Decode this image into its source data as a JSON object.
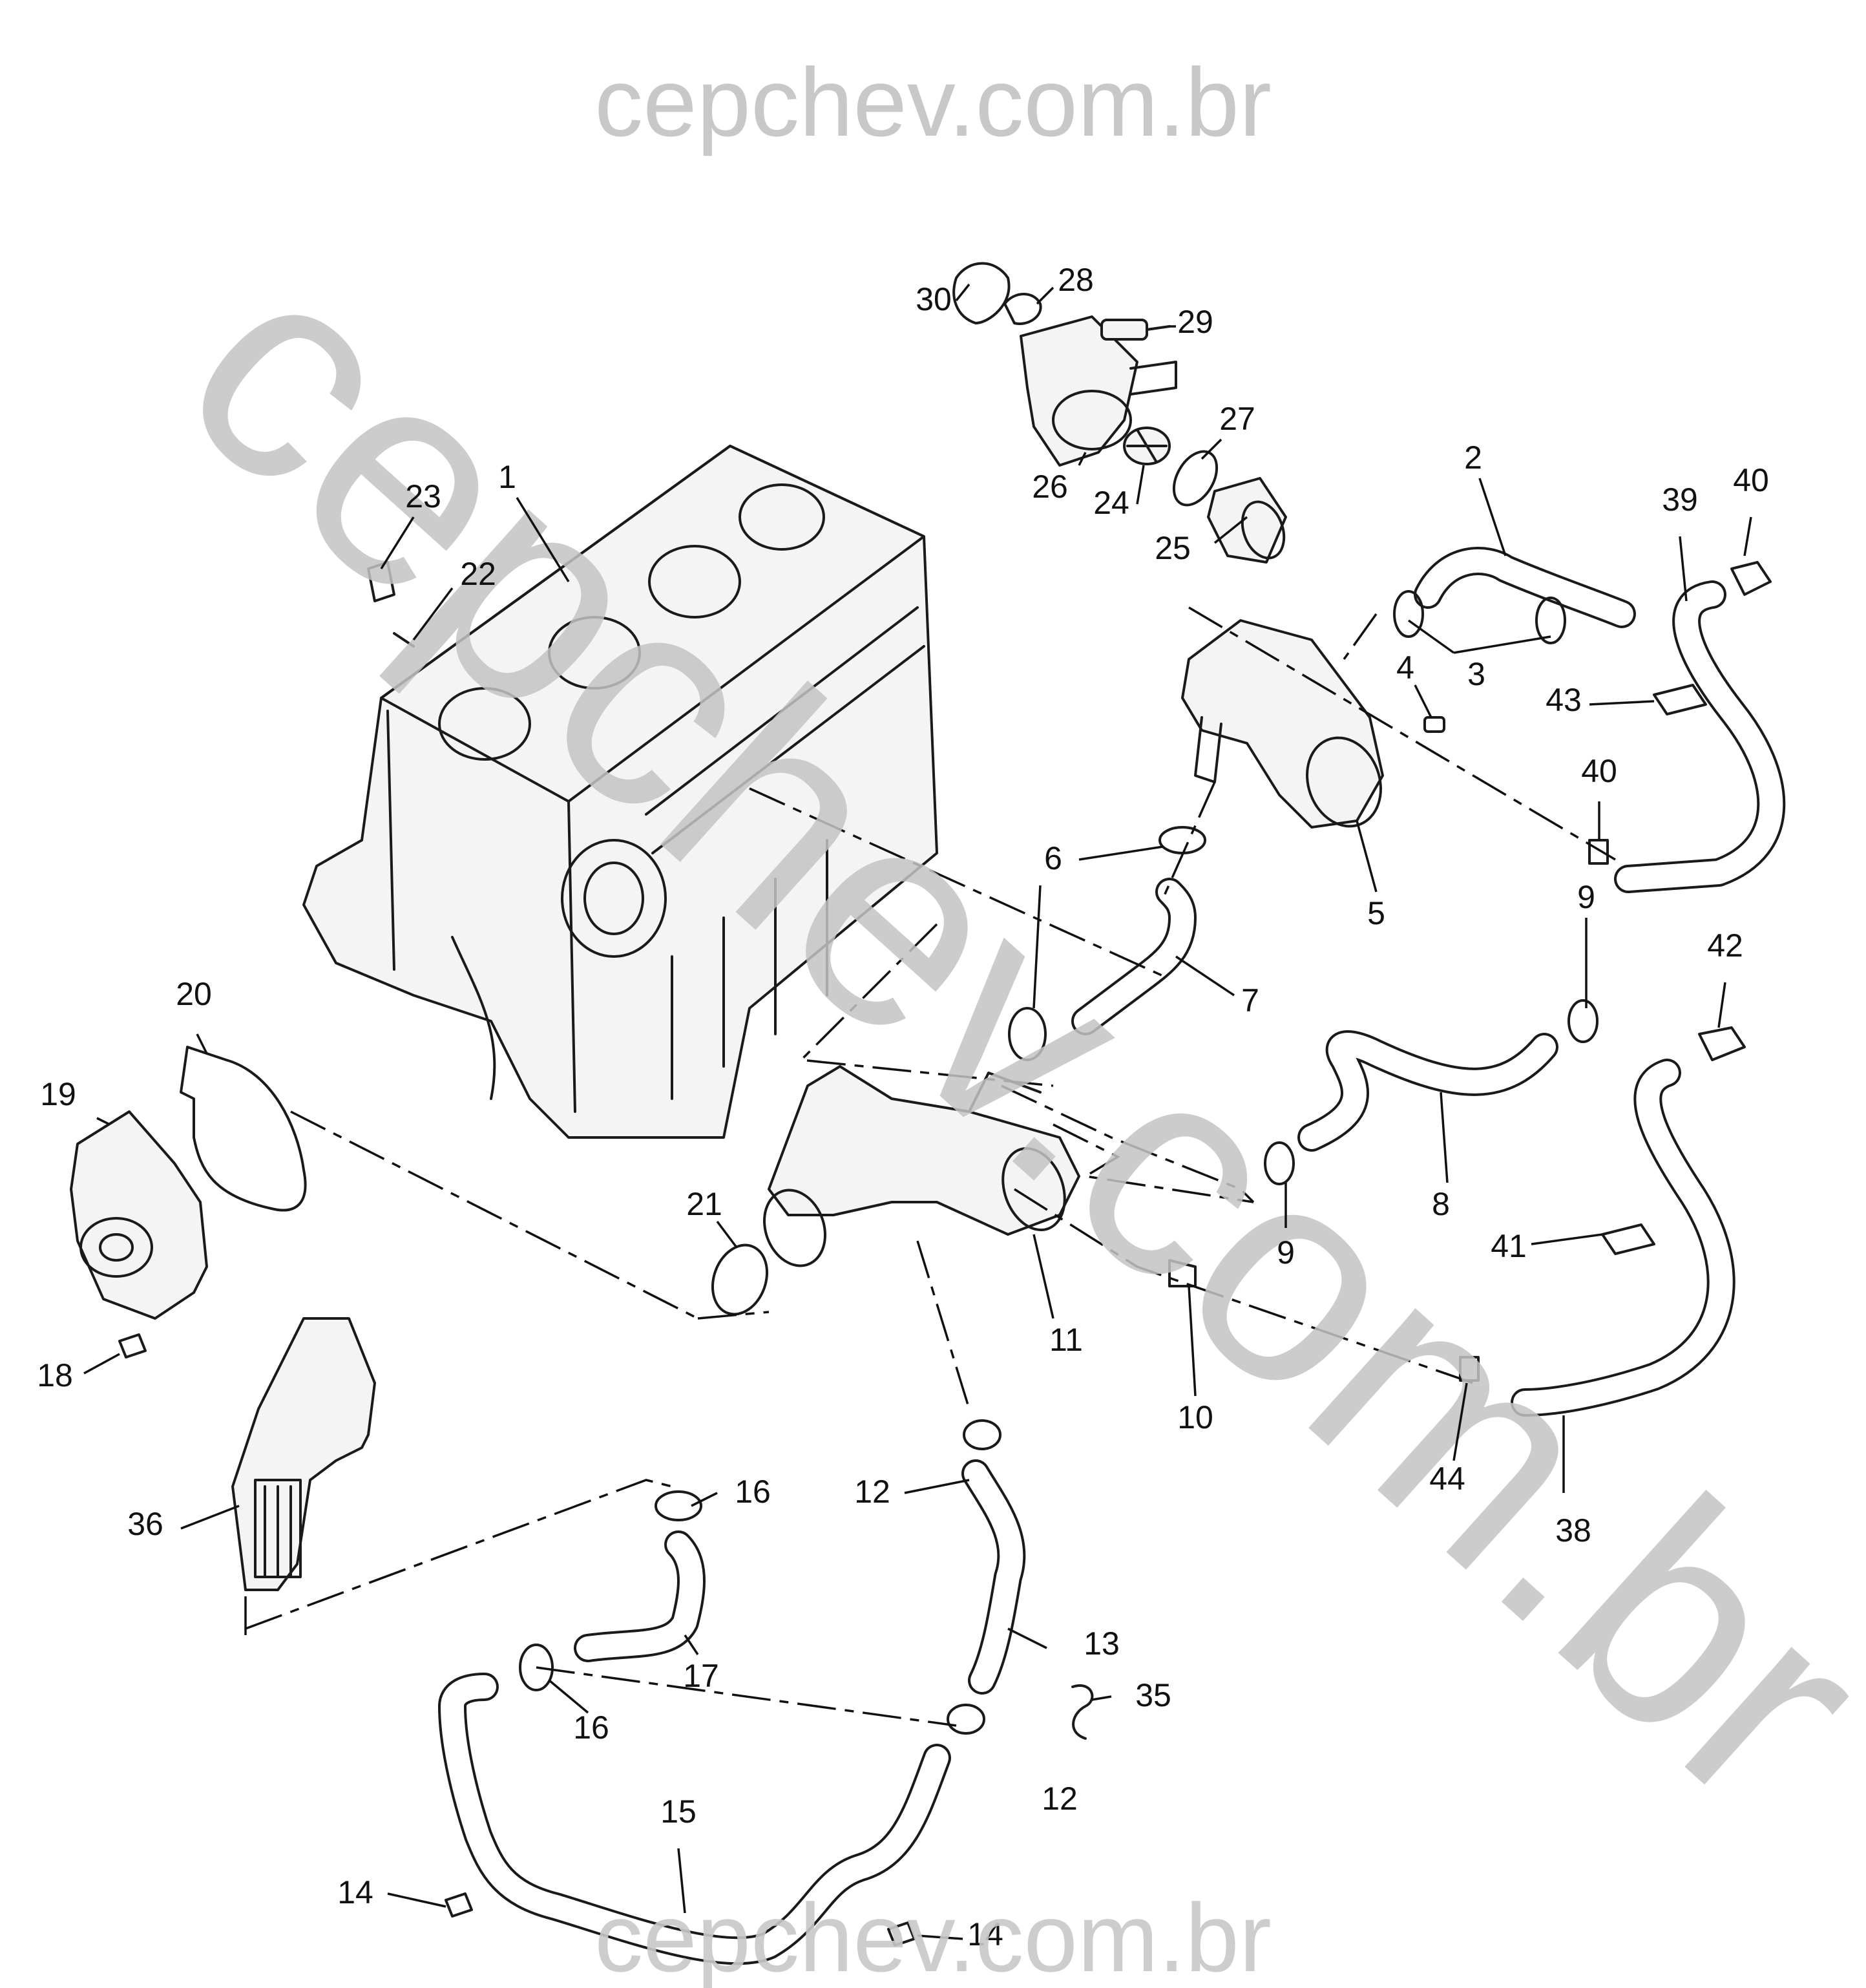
{
  "watermarks": {
    "top": "cepchev.com.br",
    "diagonal": "cepchev.com.br",
    "bottom": "cepchev.com.br"
  },
  "callouts": {
    "n1": "1",
    "n2": "2",
    "n3": "3",
    "n4": "4",
    "n5": "5",
    "n6": "6",
    "n7": "7",
    "n8": "8",
    "n9a": "9",
    "n9b": "9",
    "n10": "10",
    "n11": "11",
    "n12a": "12",
    "n12b": "12",
    "n13": "13",
    "n14a": "14",
    "n14b": "14",
    "n15": "15",
    "n16a": "16",
    "n16b": "16",
    "n17": "17",
    "n18": "18",
    "n19": "19",
    "n20": "20",
    "n21": "21",
    "n22": "22",
    "n23": "23",
    "n24": "24",
    "n25": "25",
    "n26": "26",
    "n27": "27",
    "n28": "28",
    "n29": "29",
    "n30": "30",
    "n35": "35",
    "n36": "36",
    "n38": "38",
    "n39": "39",
    "n40a": "40",
    "n40b": "40",
    "n41": "41",
    "n42": "42",
    "n43": "43",
    "n44": "44"
  }
}
